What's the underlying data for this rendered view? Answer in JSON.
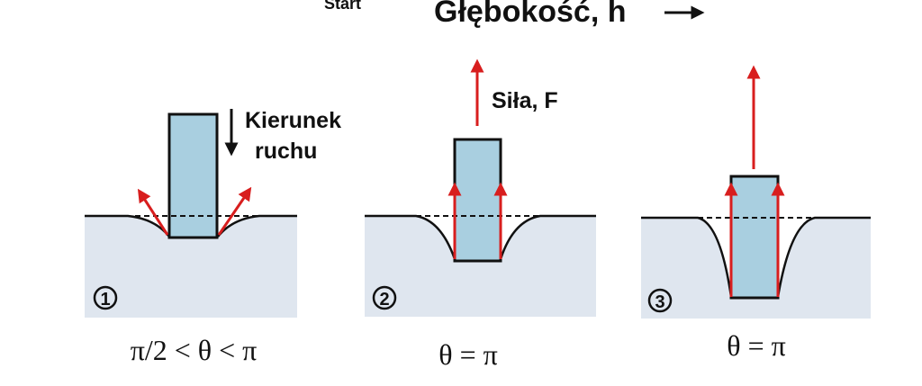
{
  "header": {
    "start_label": "Start",
    "depth_label": "Głębokość, h"
  },
  "panels": [
    {
      "number": "1",
      "condition": "π/2 < θ < π",
      "direction_label_line1": "Kierunek",
      "direction_label_line2": "ruchu"
    },
    {
      "number": "2",
      "condition": "θ = π",
      "force_label": "Siła, F"
    },
    {
      "number": "3",
      "condition": "θ = π"
    }
  ],
  "colors": {
    "substrate": "#dfe6ef",
    "block_fill": "#a9cfe0",
    "outline": "#111111",
    "force_arrow": "#d81e1e"
  }
}
